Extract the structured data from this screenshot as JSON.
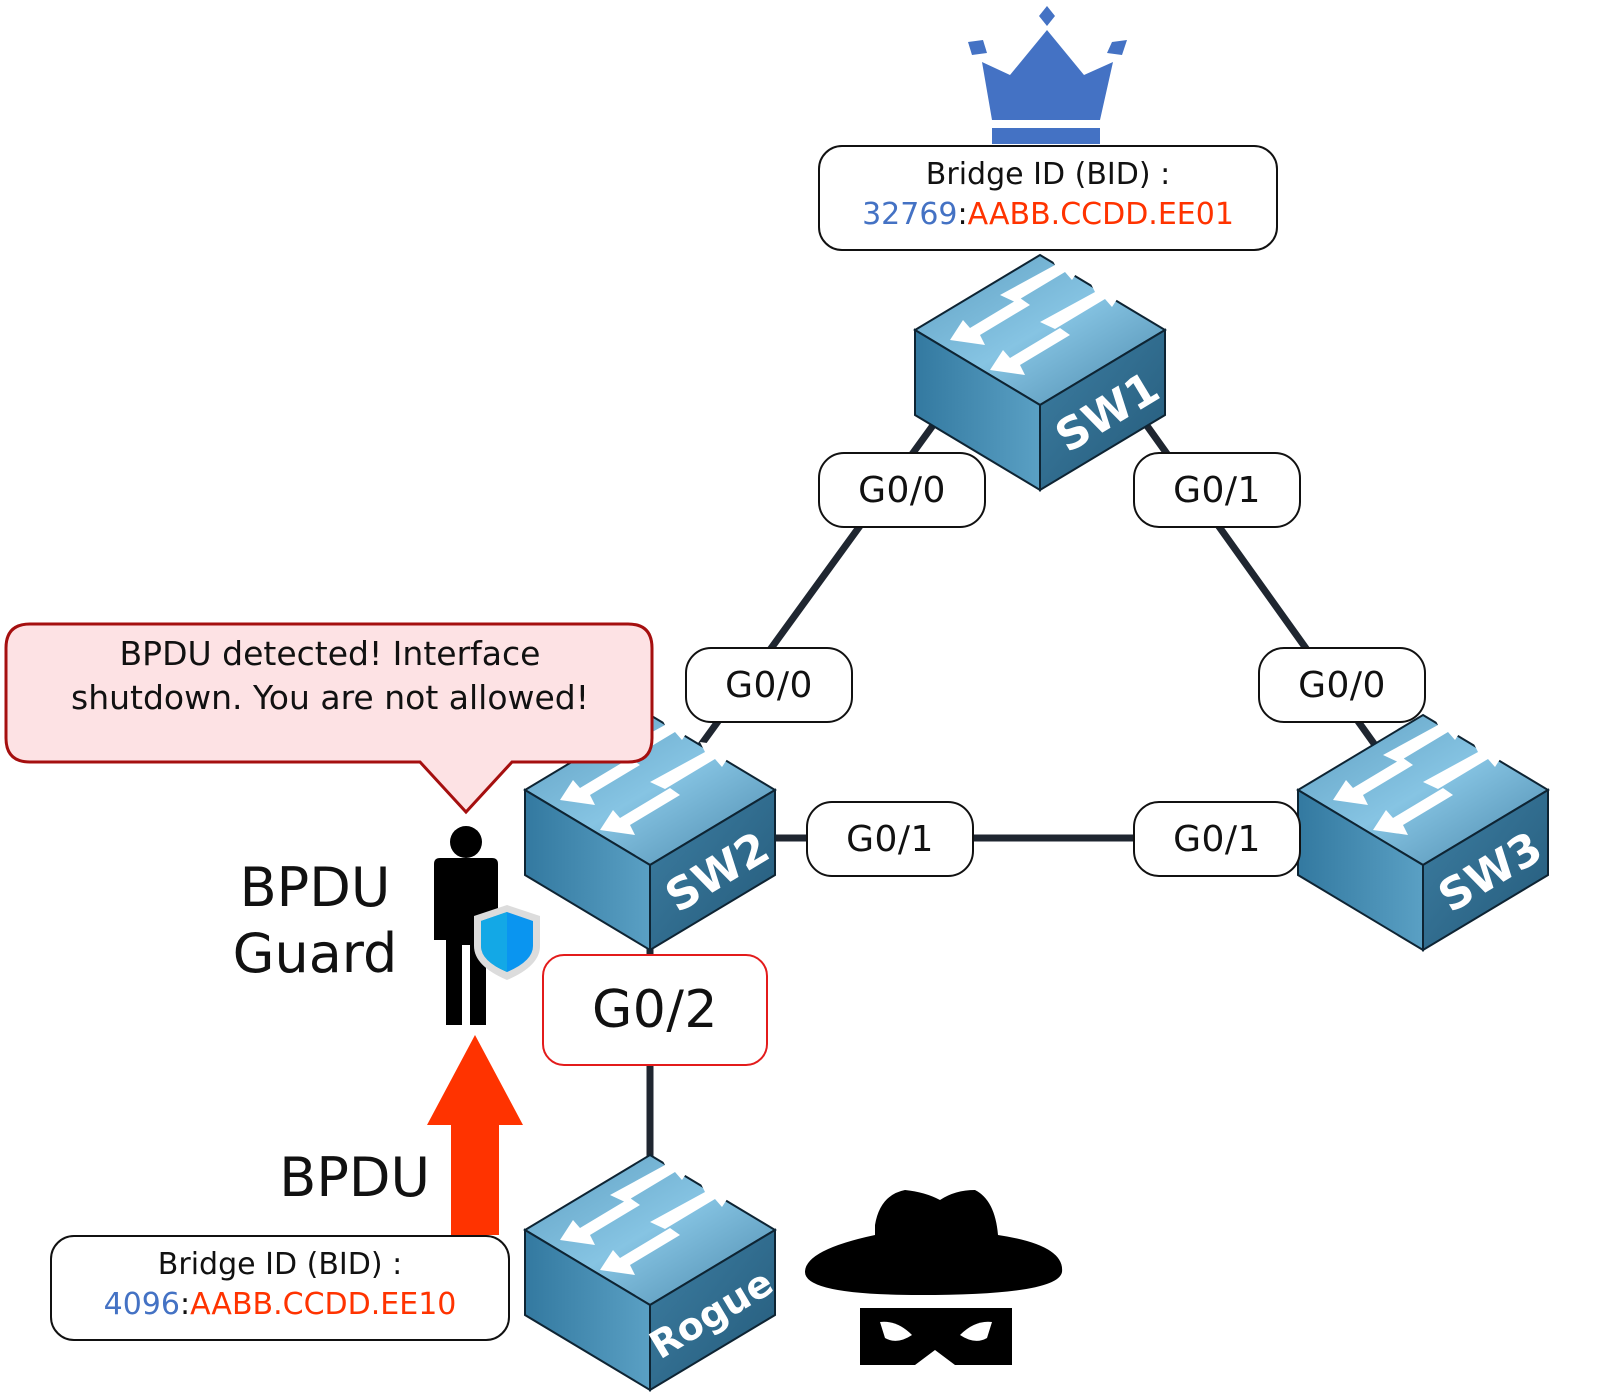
{
  "root_bridge": {
    "bid_title": "Bridge ID (BID) :",
    "priority": "32769",
    "separator": ":",
    "mac": "AABB.CCDD.EE01",
    "icon": "crown-icon"
  },
  "rogue_bridge": {
    "bid_title": "Bridge ID (BID) :",
    "priority": "4096",
    "separator": ":",
    "mac": "AABB.CCDD.EE10"
  },
  "switches": {
    "sw1": "SW1",
    "sw2": "SW2",
    "sw3": "SW3",
    "rogue": "Rogue"
  },
  "ports": {
    "sw1_g00": "G0/0",
    "sw1_g01": "G0/1",
    "sw2_g00": "G0/0",
    "sw3_g00": "G0/0",
    "sw2_g01": "G0/1",
    "sw3_g01": "G0/1",
    "sw2_g02": "G0/2"
  },
  "callout": {
    "line1": "BPDU detected! Interface",
    "line2": "shutdown. You are not allowed!"
  },
  "guard": {
    "line1": "BPDU",
    "line2": "Guard"
  },
  "bpdu_arrow_label": "BPDU",
  "colors": {
    "priority": "#4472c4",
    "mac": "#ff3300",
    "arrow": "#ff3300",
    "crown": "#4472c4",
    "callout_fill": "#fde2e4",
    "callout_border": "#a50f0f",
    "alert_border": "#e31b1b",
    "switch_top": "#7bbfe0",
    "switch_side": "#3a7fa6",
    "link": "#1f2630"
  }
}
